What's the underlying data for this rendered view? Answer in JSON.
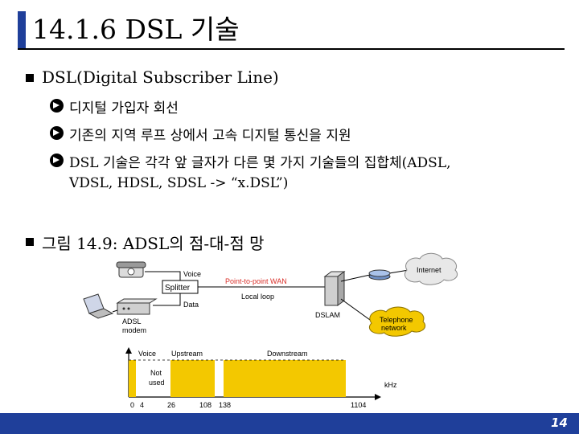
{
  "slide": {
    "title": "14.1.6 DSL 기술",
    "page_number": "14"
  },
  "content": {
    "bullet1": "DSL(Digital Subscriber Line)",
    "sub_items": [
      "디지털 가입자 회선",
      "기존의 지역 루프 상에서 고속 디지털 통신을 지원",
      "DSL 기술은 각각 앞 글자가 다른 몇 가지 기술들의 집합체(ADSL,",
      "VDSL, HDSL, SDSL -> “x.DSL”)"
    ],
    "bullet2": "그림 14.9: ADSL의 점-대-점 망"
  },
  "diagram": {
    "voice": "Voice",
    "splitter": "Splitter",
    "data": "Data",
    "adsl_modem": [
      "ADSL",
      "modem"
    ],
    "ptp_wan": "Point-to-point WAN",
    "local_loop": "Local loop",
    "dslam": "DSLAM",
    "internet": "Internet",
    "telephone_network": [
      "Telephone",
      "network"
    ]
  },
  "spectrum": {
    "bands": [
      "Voice",
      "Upstream",
      "Downstream"
    ],
    "not_used": [
      "Not",
      "used"
    ],
    "unit": "kHz",
    "ticks": [
      "0",
      "4",
      "26",
      "108",
      "138",
      "1104"
    ]
  },
  "colors": {
    "accent": "#1f3f9a",
    "band_fill": "#f3c800",
    "wan_text": "#d9302a",
    "internet_cloud": "#e8e8e8",
    "telephone_cloud": "#f3c800"
  }
}
